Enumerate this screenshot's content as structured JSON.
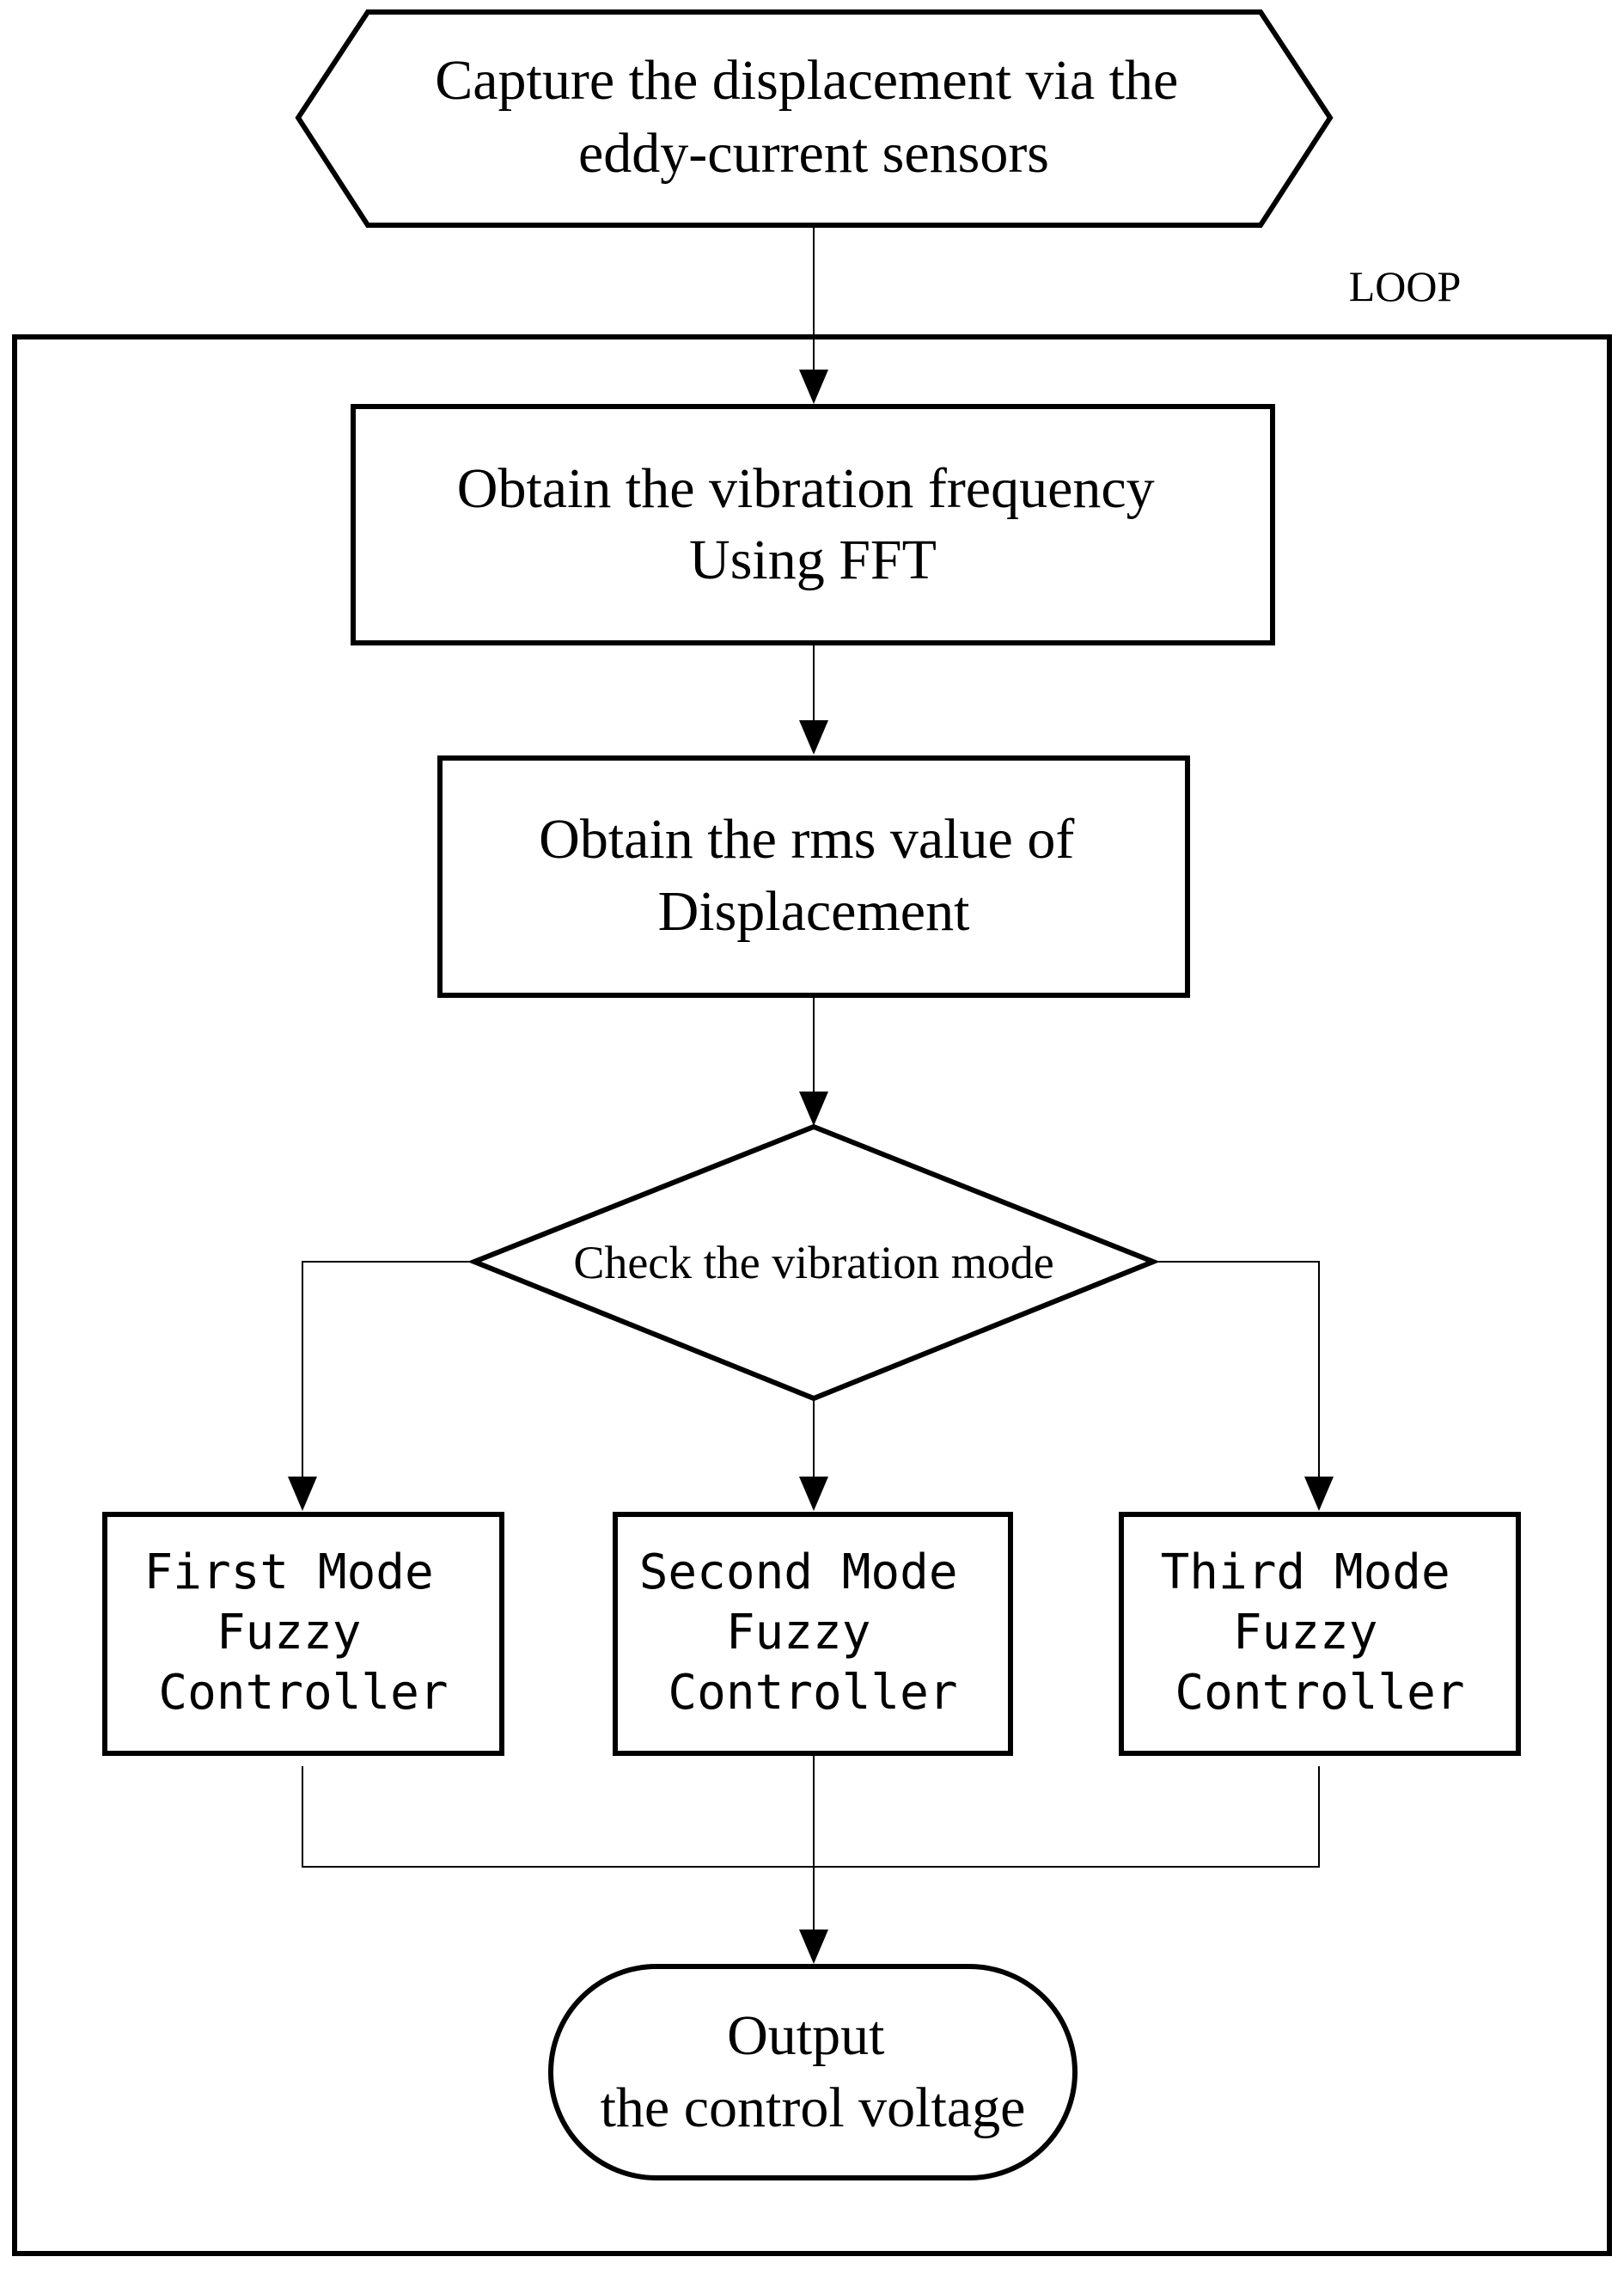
{
  "loop_label": "LOOP",
  "nodes": {
    "capture": [
      "Capture the displacement via the",
      "eddy-current sensors"
    ],
    "fft": [
      "Obtain the vibration frequency",
      "Using FFT"
    ],
    "rms": [
      "Obtain the rms value of",
      "Displacement"
    ],
    "decision": [
      "Check the vibration mode"
    ],
    "first_mode": [
      "First Mode",
      "Fuzzy",
      "Controller"
    ],
    "second_mode": [
      "Second Mode",
      "Fuzzy",
      "Controller"
    ],
    "third_mode": [
      "Third Mode",
      "Fuzzy",
      "Controller"
    ],
    "output": [
      "Output",
      "the control voltage"
    ]
  }
}
